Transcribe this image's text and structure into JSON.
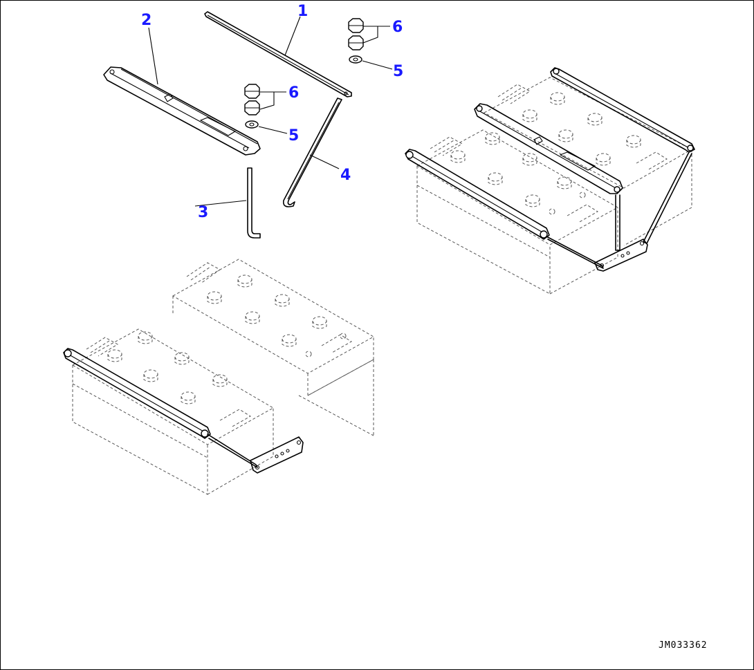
{
  "figure_code": "JM033362",
  "callouts": [
    {
      "id": "1",
      "label": "1"
    },
    {
      "id": "2",
      "label": "2"
    },
    {
      "id": "3",
      "label": "3"
    },
    {
      "id": "4",
      "label": "4"
    },
    {
      "id": "5a",
      "label": "5"
    },
    {
      "id": "5b",
      "label": "5"
    },
    {
      "id": "6a",
      "label": "6"
    },
    {
      "id": "6b",
      "label": "6"
    }
  ],
  "colors": {
    "callout": "#1a1aff",
    "line": "#000000",
    "phantom": "#555555"
  }
}
